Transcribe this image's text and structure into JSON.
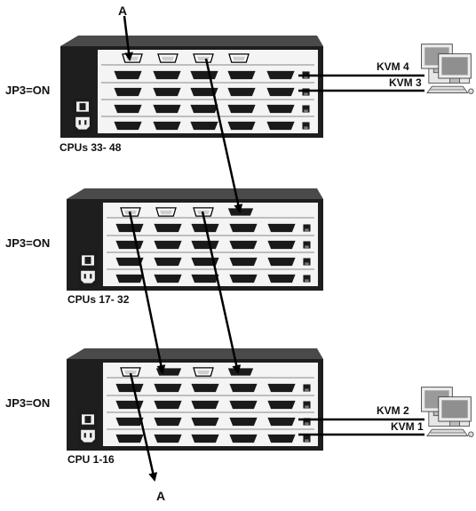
{
  "units": [
    {
      "id": "top",
      "jumper_label": "JP3=ON",
      "cpu_label": "CPUs 33- 48"
    },
    {
      "id": "middle",
      "jumper_label": "JP3=ON",
      "cpu_label": "CPUs 17- 32"
    },
    {
      "id": "bottom",
      "jumper_label": "JP3=ON",
      "cpu_label": "CPU 1-16"
    }
  ],
  "kvm_labels": {
    "kvm4": "KVM 4",
    "kvm3": "KVM 3",
    "kvm2": "KVM 2",
    "kvm1": "KVM 1"
  },
  "marker_labels": {
    "top": "A",
    "bottom": "A"
  },
  "colors": {
    "chassis_top": "#4a4a4a",
    "chassis_face": "#f4f4f4",
    "line": "#000000"
  },
  "icons": [
    "power-switch-icon",
    "power-socket-icon",
    "computer-workstation-icon",
    "arrow-icon"
  ]
}
